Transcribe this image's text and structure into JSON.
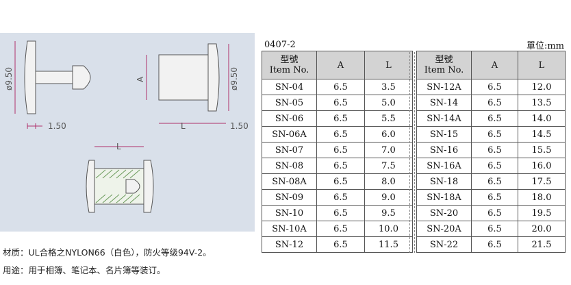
{
  "drawing": {
    "dim_diameter": "ø9.50",
    "dim_thickness": "1.50",
    "dim_a": "A",
    "dim_l": "L"
  },
  "table": {
    "code": "0407-2",
    "unit": "單位:mm",
    "header": {
      "type": "型號",
      "item_no": "Item No.",
      "a": "A",
      "l": "L"
    },
    "left_rows": [
      [
        "SN-04",
        "6.5",
        "3.5"
      ],
      [
        "SN-05",
        "6.5",
        "5.0"
      ],
      [
        "SN-06",
        "6.5",
        "5.5"
      ],
      [
        "SN-06A",
        "6.5",
        "6.0"
      ],
      [
        "SN-07",
        "6.5",
        "7.0"
      ],
      [
        "SN-08",
        "6.5",
        "7.5"
      ],
      [
        "SN-08A",
        "6.5",
        "8.0"
      ],
      [
        "SN-09",
        "6.5",
        "9.0"
      ],
      [
        "SN-10",
        "6.5",
        "9.5"
      ],
      [
        "SN-10A",
        "6.5",
        "10.0"
      ],
      [
        "SN-12",
        "6.5",
        "11.5"
      ]
    ],
    "right_rows": [
      [
        "SN-12A",
        "6.5",
        "12.0"
      ],
      [
        "SN-14",
        "6.5",
        "13.5"
      ],
      [
        "SN-14A",
        "6.5",
        "14.0"
      ],
      [
        "SN-15",
        "6.5",
        "14.5"
      ],
      [
        "SN-16",
        "6.5",
        "15.5"
      ],
      [
        "SN-16A",
        "6.5",
        "16.0"
      ],
      [
        "SN-18",
        "6.5",
        "17.5"
      ],
      [
        "SN-18A",
        "6.5",
        "18.0"
      ],
      [
        "SN-20",
        "6.5",
        "19.5"
      ],
      [
        "SN-20A",
        "6.5",
        "20.0"
      ],
      [
        "SN-22",
        "6.5",
        "21.5"
      ]
    ]
  },
  "spec": {
    "material": "材质：UL合格之NYLON66（白色），防火等级94V-2。",
    "usage": "用途：用于相簿、笔记本、名片簿等装订。"
  }
}
